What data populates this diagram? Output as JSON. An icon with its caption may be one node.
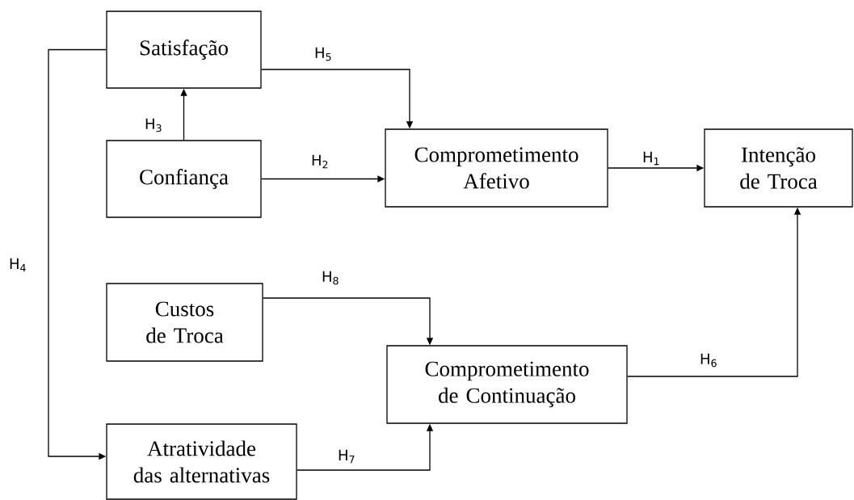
{
  "diagram": {
    "nodes": [
      {
        "text": [
          "Satisfação"
        ]
      },
      {
        "text": [
          "Confiança"
        ]
      },
      {
        "text": [
          "Comprometimento Afetivo"
        ]
      },
      {
        "text": [
          "Intenção de Troca"
        ]
      },
      {
        "text": [
          "Custos de Troca"
        ]
      },
      {
        "text": [
          "Comprometimento de Continuação"
        ]
      },
      {
        "text": [
          "Atratividade das alternativas"
        ]
      }
    ],
    "edges": [
      {
        "from": 0,
        "to": 2,
        "arrow": "to",
        "label": "H$_{5}$"
      },
      {
        "from": 1,
        "to": 0,
        "arrow": "to",
        "label": "H$_{3}$"
      },
      {
        "from": 1,
        "to": 2,
        "arrow": "to",
        "label": "H$_{2}$"
      },
      {
        "from": 2,
        "to": 3,
        "arrow": "to",
        "label": "H$_{1}$"
      },
      {
        "from": 0,
        "to": 6,
        "arrow": "to",
        "label": "H$_{4}$"
      },
      {
        "from": 4,
        "to": 5,
        "arrow": "to",
        "label": "H$_{8}$"
      },
      {
        "from": 5,
        "to": 3,
        "arrow": "to",
        "label": "H$_{6}$"
      },
      {
        "from": 6,
        "to": 5,
        "arrow": "to",
        "label": "H$_{7}$"
      }
    ]
  }
}
